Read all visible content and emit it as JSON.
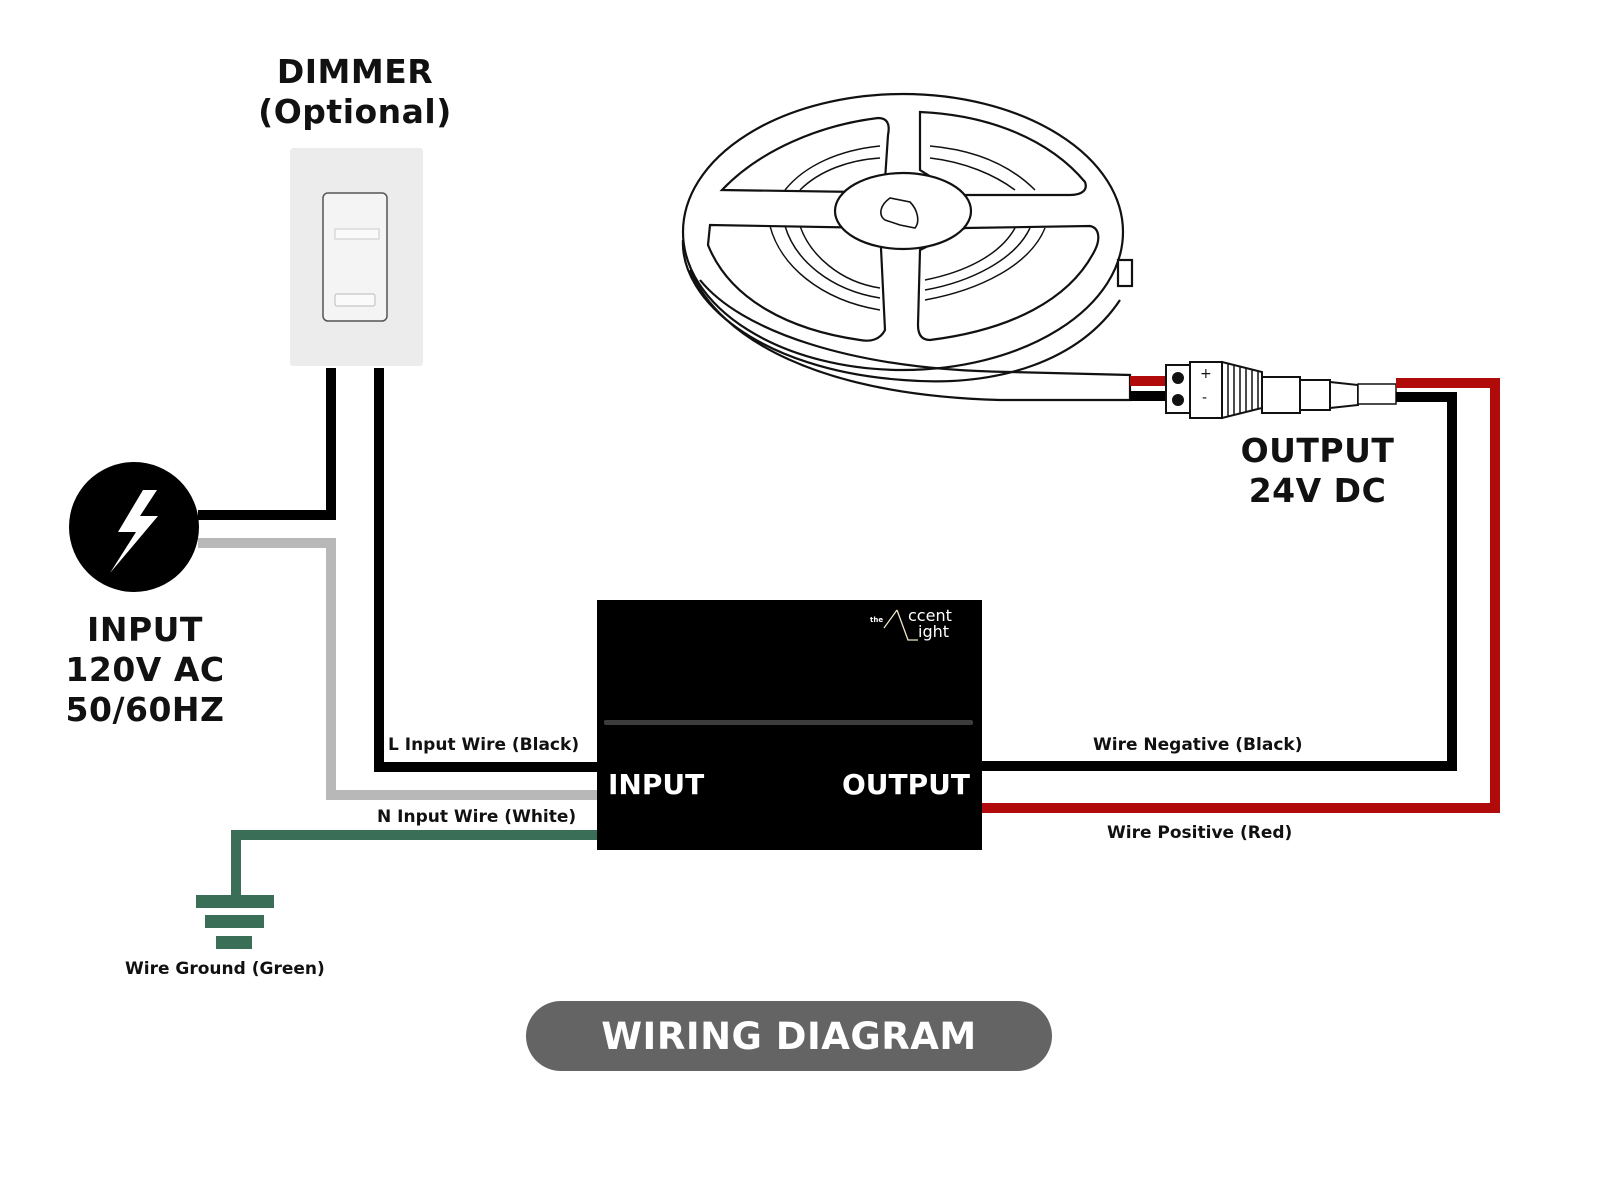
{
  "diagram": {
    "title": "WIRING DIAGRAM",
    "dimmer": {
      "line1": "DIMMER",
      "line2": "(Optional)"
    },
    "input_source": {
      "line1": "INPUT",
      "line2": "120V AC",
      "line3": "50/60HZ",
      "icon": "lightning-bolt-icon"
    },
    "output_spec": {
      "line1": "OUTPUT",
      "line2": "24V DC"
    },
    "driver": {
      "input_label": "INPUT",
      "output_label": "OUTPUT",
      "brand_prefix": "the",
      "brand_line1": "ccent",
      "brand_line2": "ight"
    },
    "wires": {
      "l_input": "L Input Wire (Black)",
      "n_input": "N Input Wire (White)",
      "ground": "Wire Ground (Green)",
      "negative": "Wire Negative (Black)",
      "positive": "Wire Positive (Red)"
    },
    "connector": {
      "plus": "+",
      "minus": "-"
    },
    "colors": {
      "black_wire": "#000000",
      "white_wire": "#b8b8b8",
      "ground_wire": "#3b6e56",
      "red_wire": "#b00a0a",
      "pill": "#646464"
    }
  }
}
